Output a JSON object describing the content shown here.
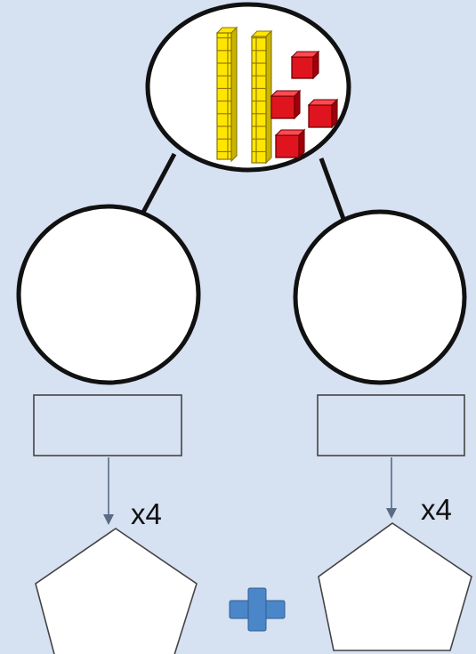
{
  "diagram": {
    "type": "part-whole-model",
    "top_circle": {
      "contents": "base-ten blocks",
      "tens_rods": 2,
      "ones_cubes": 4
    },
    "left_branch": {
      "part_circle": "empty",
      "answer_box": "empty",
      "multiplier_label": "x4",
      "result_shape": "pentagon"
    },
    "right_branch": {
      "part_circle": "empty",
      "answer_box": "empty",
      "multiplier_label": "x4",
      "result_shape": "pentagon"
    },
    "operator_icon": "plus-icon"
  },
  "colors": {
    "background": "#d6e1f2",
    "ten_rod_yellow": "#ffe600",
    "one_cube_red": "#e0141e",
    "plus_blue": "#4a86c8",
    "arrow_gray": "#5a6b84",
    "outline_black": "#111111"
  }
}
